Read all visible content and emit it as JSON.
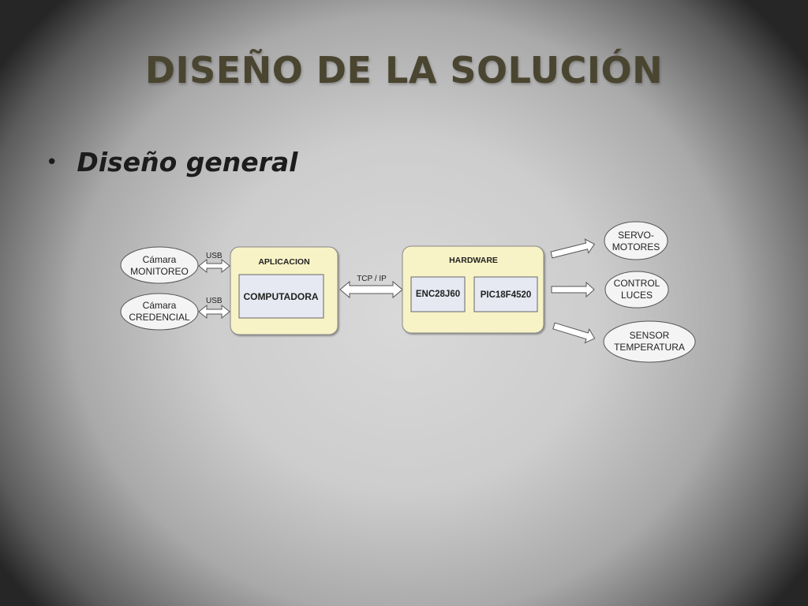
{
  "slide": {
    "title": "DISEÑO DE LA SOLUCIÓN",
    "bullet": "Diseño general"
  },
  "diagram": {
    "cameras": [
      {
        "line1": "Cámara",
        "line2": "MONITOREO",
        "link": "USB"
      },
      {
        "line1": "Cámara",
        "line2": "CREDENCIAL",
        "link": "USB"
      }
    ],
    "aplicacion": {
      "title": "APLICACION",
      "inner": "COMPUTADORA"
    },
    "connection": "TCP / IP",
    "hardware": {
      "title": "HARDWARE",
      "chip1": "ENC28J60",
      "chip2": "PIC18F4520"
    },
    "outputs": [
      {
        "line1": "SERVO-",
        "line2": "MOTORES"
      },
      {
        "line1": "CONTROL",
        "line2": "LUCES"
      },
      {
        "line1": "SENSOR",
        "line2": "TEMPERATURA"
      }
    ]
  }
}
